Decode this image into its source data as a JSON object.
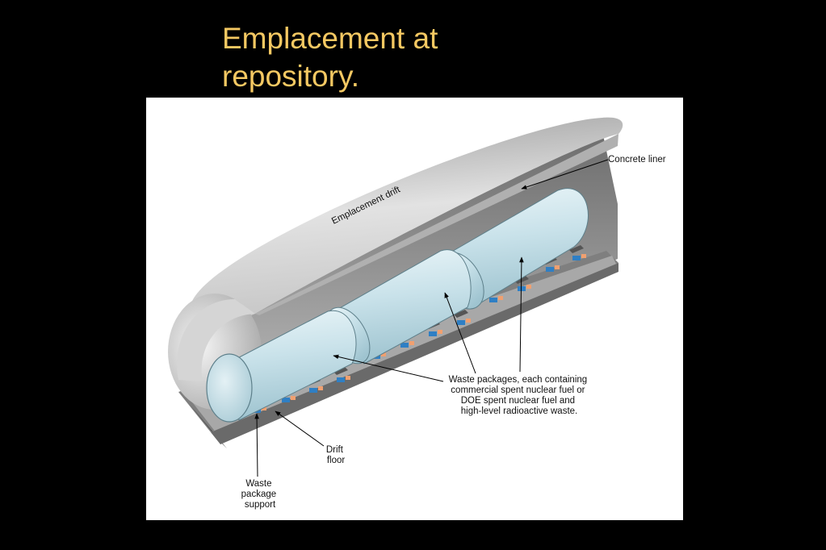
{
  "slide": {
    "title_line1": "Emplacement at",
    "title_line2": "repository."
  },
  "diagram": {
    "labels": {
      "emplacement_drift": "Emplacement drift",
      "concrete_liner": "Concrete liner",
      "waste_packages_1": "Waste packages, each containing",
      "waste_packages_2": "commercial spent nuclear fuel or",
      "waste_packages_3": "DOE spent nuclear fuel and",
      "waste_packages_4": "high-level radioactive waste.",
      "drift_floor_1": "Drift",
      "drift_floor_2": "floor",
      "support_1": "Waste",
      "support_2": "package",
      "support_3": "support"
    }
  },
  "colors": {
    "title": "#f4c862",
    "background": "#000000",
    "canister": "#cfe6ec",
    "support_blue": "#2f7fc4",
    "support_orange": "#f0a070"
  }
}
